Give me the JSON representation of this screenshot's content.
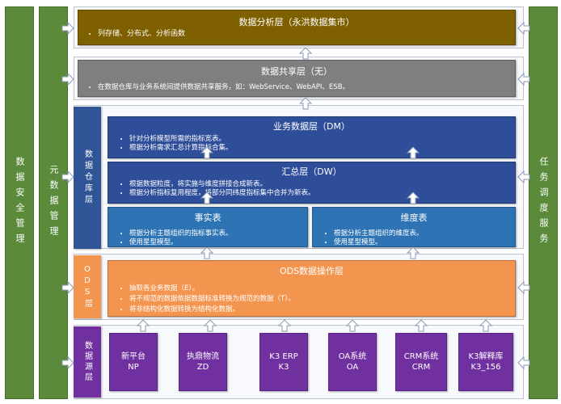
{
  "left_bars": {
    "security": "数据安全管理",
    "metadata": "元数据管理"
  },
  "right_bar": "任务调度服务",
  "analysis_layer": {
    "title": "数据分析层（永洪数据集市）",
    "items": [
      "列存储、分布式、分析函数"
    ]
  },
  "sharing_layer": {
    "title": "数据共享层（无）",
    "items": [
      "在数据仓库与业务系统间提供数据共享服务，如：WebService、WebAPI、ESB。"
    ]
  },
  "warehouse": {
    "label": "数据仓库层",
    "dm": {
      "title": "业务数据层（DM）",
      "items": [
        "针对分析模型所需的指标宽表。",
        "根据分析需求汇总计算指标合集。"
      ]
    },
    "dw": {
      "title": "汇总层（DW）",
      "items": [
        "根据数据粒度，将实施与维度拼接合成新表。",
        "根据分析指标复用程度，将部分同纬度指标集中合并为新表。"
      ]
    },
    "fact": {
      "title": "事实表",
      "items": [
        "根据分析主题组织的指标事实表。",
        "使用星型模型。"
      ]
    },
    "dim": {
      "title": "维度表",
      "items": [
        "根据分析主题组织的维度表。",
        "使用星型模型。"
      ]
    }
  },
  "ods": {
    "label": "ODS层",
    "title": "ODS数据操作层",
    "items": [
      "抽取各业务数据（E）。",
      "将不规范的数据依据数据标准转换为规范的数据（T）。",
      "将非结构化数据转换为结构化数据。"
    ]
  },
  "source": {
    "label": "数据源层",
    "items": [
      {
        "line1": "新平台",
        "line2": "NP"
      },
      {
        "line1": "执鼎物流",
        "line2": "ZD"
      },
      {
        "line1": "K3 ERP",
        "line2": "K3"
      },
      {
        "line1": "OA系统",
        "line2": "OA"
      },
      {
        "line1": "CRM系统",
        "line2": "CRM"
      },
      {
        "line1": "K3解释库",
        "line2": "K3_156"
      }
    ]
  },
  "colors": {
    "side_bar": "#5b8a3b",
    "analysis": "#7f6000",
    "sharing": "#7f7f7f",
    "dm_dw": "#2f4e9a",
    "fact_dim": "#2e74b5",
    "ods": "#f4954f",
    "source": "#7030a0"
  }
}
